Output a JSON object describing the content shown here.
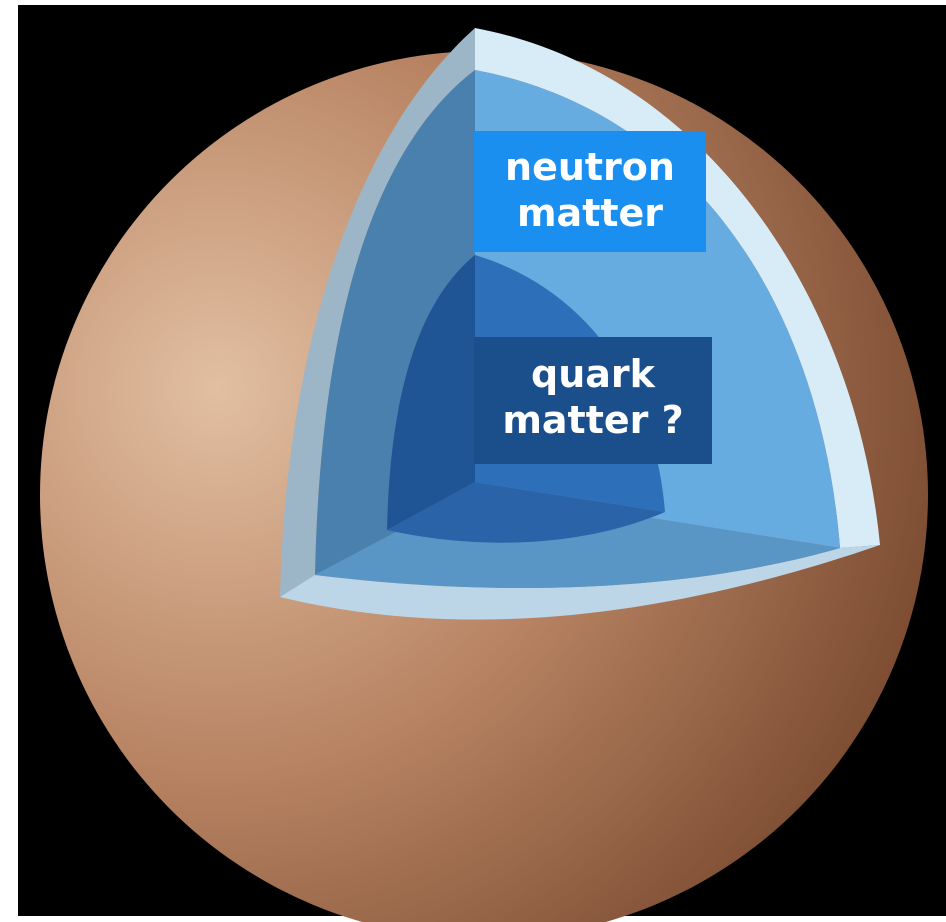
{
  "labels": {
    "neutron": {
      "line1": "neutron",
      "line2": "matter"
    },
    "quark": {
      "line1": "quark",
      "line2": "matter ?"
    }
  },
  "colors": {
    "background": "#000000",
    "surface_light": "#e2bfa2",
    "surface_mid": "#b88463",
    "surface_dark": "#7a4a30",
    "outer_crust_light": "#d8ecf8",
    "outer_crust_shadow": "#9cb6c8",
    "neutron_wall_light": "#66ace0",
    "neutron_wall_shadow": "#4a80ae",
    "neutron_floor": "#5996c6",
    "quark_wall_light": "#2d6fb8",
    "quark_wall_shadow": "#1f5595",
    "quark_floor": "#2a63a8",
    "neutron_label_bg": "#1a8ff0",
    "quark_label_bg": "#1b4f8c",
    "label_text": "#ffffff"
  },
  "icons": {
    "sphere": "neutron-star-sphere"
  }
}
